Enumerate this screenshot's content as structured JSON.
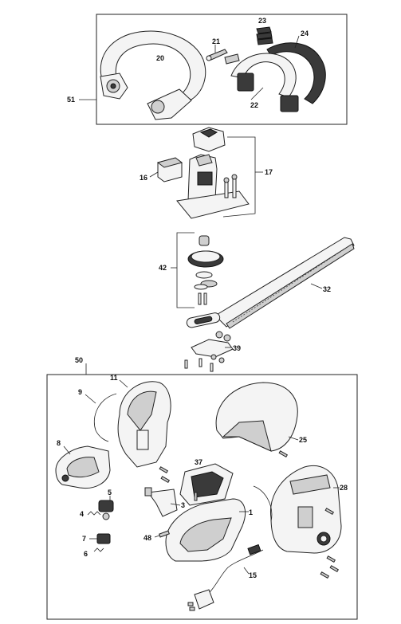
{
  "callouts": {
    "c20": "20",
    "c21": "21",
    "c23": "23",
    "c24": "24",
    "c22": "22",
    "c51": "51",
    "c16": "16",
    "c17": "17",
    "c42": "42",
    "c32": "32",
    "c39": "39",
    "c50": "50",
    "c11": "11",
    "c9": "9",
    "c8": "8",
    "c25": "25",
    "c37": "37",
    "c28": "28",
    "c5": "5",
    "c4": "4",
    "c3": "3",
    "c1": "1",
    "c7": "7",
    "c6": "6",
    "c48": "48",
    "c15": "15"
  },
  "colors": {
    "line": "#222222",
    "background": "#ffffff",
    "dark_part": "#3a3a3a"
  }
}
